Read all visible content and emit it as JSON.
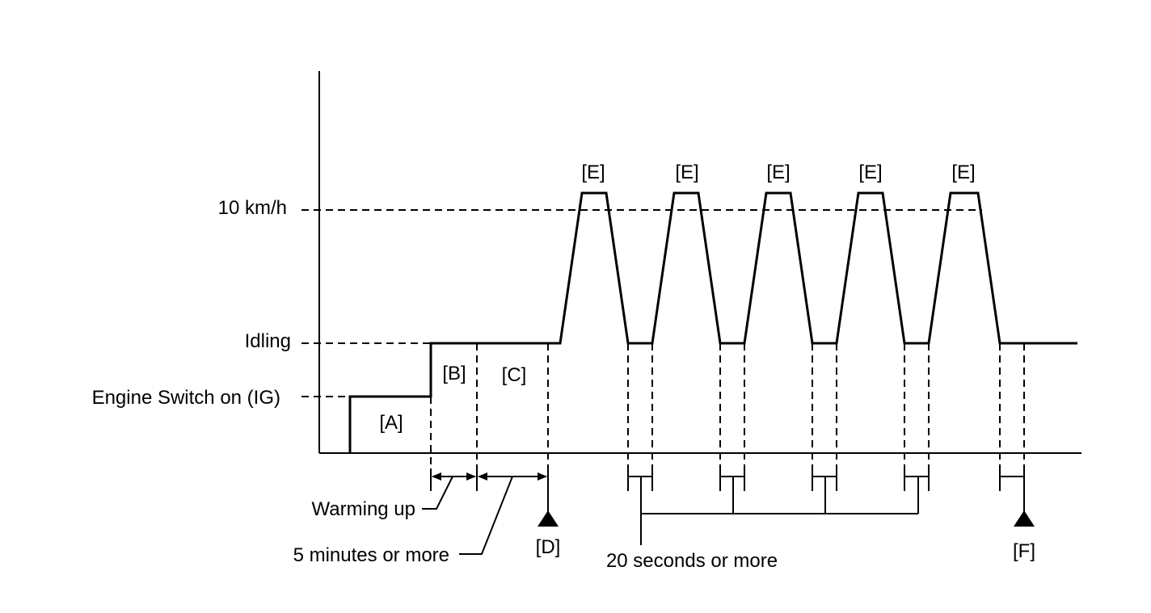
{
  "levels": {
    "speed": "10 km/h",
    "idle": "Idling",
    "ig": "Engine Switch on (IG)"
  },
  "phases": {
    "a": "[A]",
    "b": "[B]",
    "c": "[C]",
    "d": "[D]",
    "e": "[E]",
    "f": "[F]"
  },
  "durations": {
    "warming": "Warming up",
    "five_min": "5 minutes or more",
    "twenty_sec": "20 seconds or more"
  }
}
